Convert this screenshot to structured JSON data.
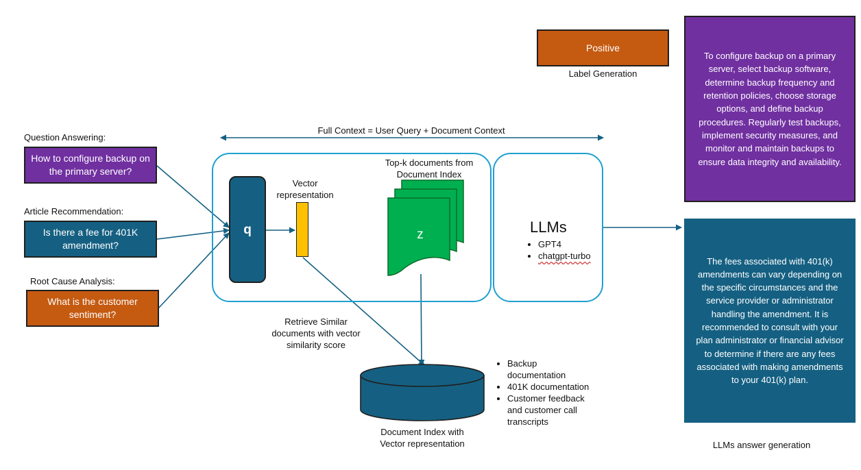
{
  "colors": {
    "purple": "#7030a0",
    "teal": "#156082",
    "orange": "#c55a11",
    "green": "#00b050",
    "yellow": "#ffc000",
    "frame_blue": "#1ea0d0"
  },
  "label_gen": {
    "badge": "Positive",
    "caption": "Label Generation"
  },
  "answer_purple": "To configure backup on a primary server, select backup software, determine backup frequency and retention policies, choose storage options, and define backup procedures. Regularly test backups, implement security measures, and monitor and maintain backups to ensure data integrity and availability.",
  "answer_teal": "The fees associated with 401(k) amendments can vary depending on the specific circumstances and the service provider or administrator handling the amendment. It is recommended to consult with your plan administrator or financial advisor to determine if there are any fees associated with making amendments to your 401(k) plan.",
  "answer_caption": "LLMs answer generation",
  "full_context": "Full Context = User Query + Document Context",
  "tasks": [
    {
      "title": "Question Answering:",
      "query": "How to configure backup on the primary server?"
    },
    {
      "title": "Article Recommendation:",
      "query": "Is there a fee for 401K amendment?"
    },
    {
      "title": "Root Cause Analysis:",
      "query": "What is the customer sentiment?"
    }
  ],
  "q_label": "q",
  "vector_label": "Vector representation",
  "topk_label": "Top-k documents from Document Index",
  "doc_label": "z",
  "llm": {
    "title": "LLMs",
    "models": [
      "GPT4",
      "chatgpt-turbo"
    ]
  },
  "retrieve_label": "Retrieve Similar documents with vector similarity score",
  "db_label": "Document Index with Vector representation",
  "db_items": [
    "Backup documentation",
    "401K documentation",
    "Customer feedback and customer call transcripts"
  ]
}
